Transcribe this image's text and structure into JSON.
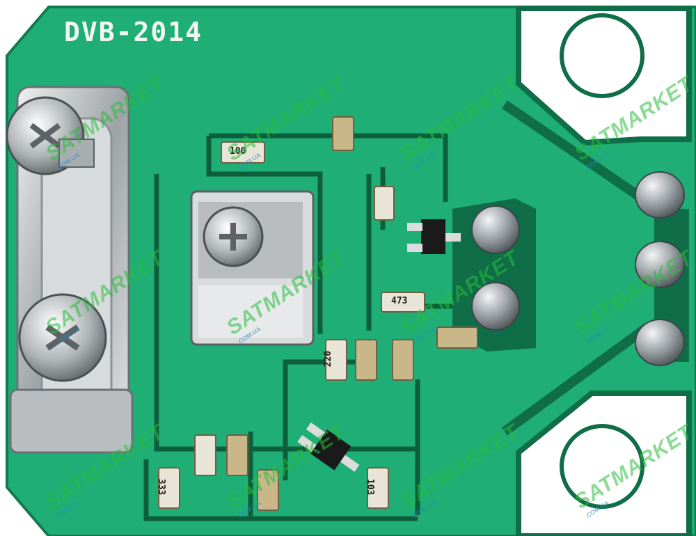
{
  "board": {
    "silkscreen_title": "DVB-2014"
  },
  "components": {
    "r_top": "100",
    "r_mid": "473",
    "r_center": "220",
    "r_left_bottom": "333",
    "r_right_bottom": "103"
  },
  "watermark": {
    "brand": "SATMARKET",
    "domain": ".COM.UA"
  },
  "colors": {
    "pcb": "#1fb077",
    "pcb_dark": "#0f6d47",
    "metal": "#c9ccce",
    "white": "#ffffff"
  }
}
